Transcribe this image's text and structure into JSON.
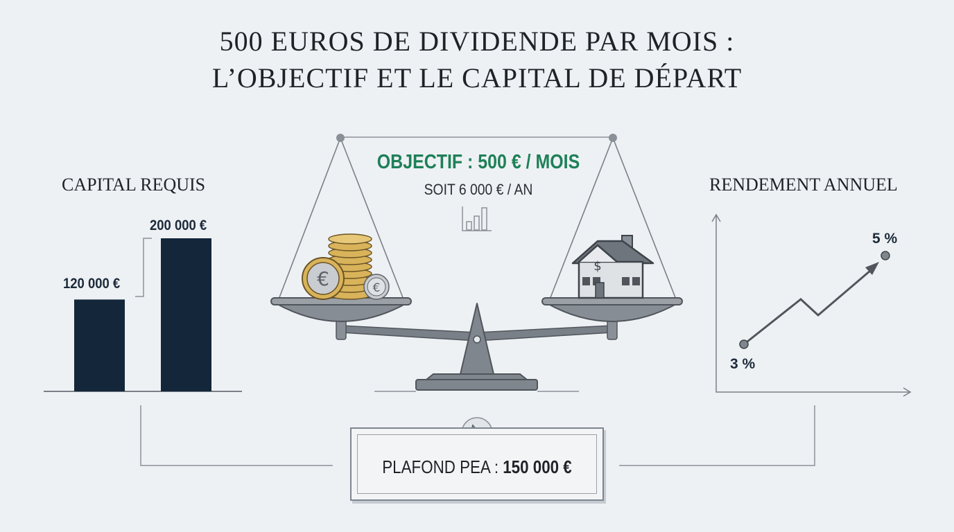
{
  "title": {
    "line1": "500 EUROS DE DIVIDENDE PAR MOIS :",
    "line2": "L’OBJECTIF ET LE CAPITAL DE DÉPART"
  },
  "capital": {
    "label": "CAPITAL REQUIS",
    "bars": [
      {
        "label": "120 000 €",
        "value": 120000
      },
      {
        "label": "200 000 €",
        "value": 200000
      }
    ]
  },
  "objective": {
    "main": "OBJECTIF : 500 € / MOIS",
    "sub": "SOIT 6 000 € / AN",
    "main_color": "#1e8058"
  },
  "rendement": {
    "label": "RENDEMENT ANNUEL",
    "start_label": "3 %",
    "end_label": "5 %"
  },
  "pea": {
    "prefix": "PLAFOND PEA : ",
    "value": "150 000 €"
  },
  "colors": {
    "bar": "#13263a",
    "scale": "#6f757c",
    "coin": "#d9b35a",
    "accent": "#1e8058"
  },
  "icons": {
    "left_pan": "euro-coins-icon",
    "right_pan": "house-dollar-icon",
    "chart": "bar-chart-icon",
    "piggy": "piggy-bank-icon"
  }
}
